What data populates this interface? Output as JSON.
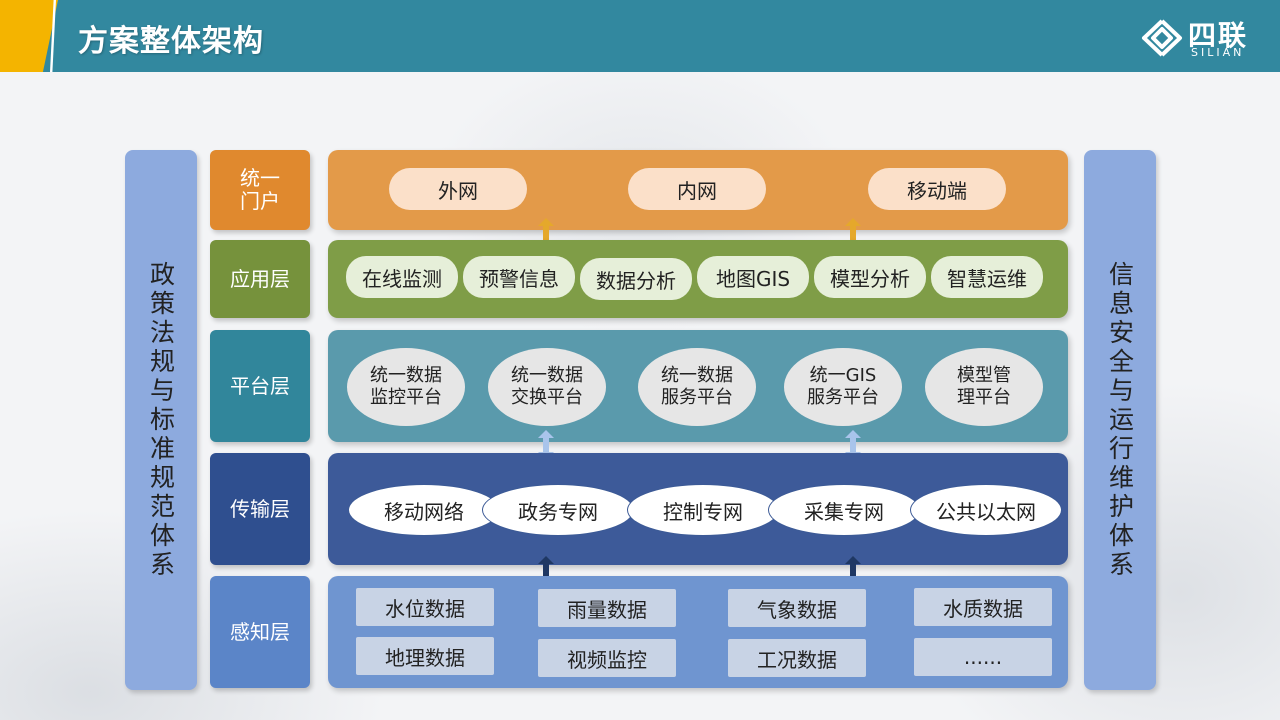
{
  "header": {
    "title": "方案整体架构",
    "logo_cn": "四联",
    "logo_en": "SILIAN"
  },
  "left_bar": "政策法规与标准规范体系",
  "right_bar": "信息安全与运行维护体系",
  "layers": {
    "portal": {
      "label": "统一门户",
      "color": "#e0892e",
      "items": [
        "外网",
        "内网",
        "移动端"
      ]
    },
    "application": {
      "label": "应用层",
      "color": "#76923c",
      "items": [
        "在线监测",
        "预警信息",
        "数据分析",
        "地图GIS",
        "模型分析",
        "智慧运维"
      ]
    },
    "platform": {
      "label": "平台层",
      "color": "#31869b",
      "items": [
        "统一数据\n监控平台",
        "统一数据\n交换平台",
        "统一数据\n服务平台",
        "统一GIS\n服务平台",
        "模型管\n理平台"
      ]
    },
    "transport": {
      "label": "传输层",
      "color": "#2f4f8f",
      "items": [
        "移动网络",
        "政务专网",
        "控制专网",
        "采集专网",
        "公共以太网"
      ]
    },
    "sensing": {
      "label": "感知层",
      "color": "#5b85c8",
      "items": [
        "水位数据",
        "雨量数据",
        "气象数据",
        "水质数据",
        "地理数据",
        "视频监控",
        "工况数据",
        "......"
      ]
    }
  },
  "arrow_colors": {
    "portal_app": "#e5a82b",
    "platform_transport": "#a9c4eb",
    "transport_sensing": "#1f3864"
  }
}
